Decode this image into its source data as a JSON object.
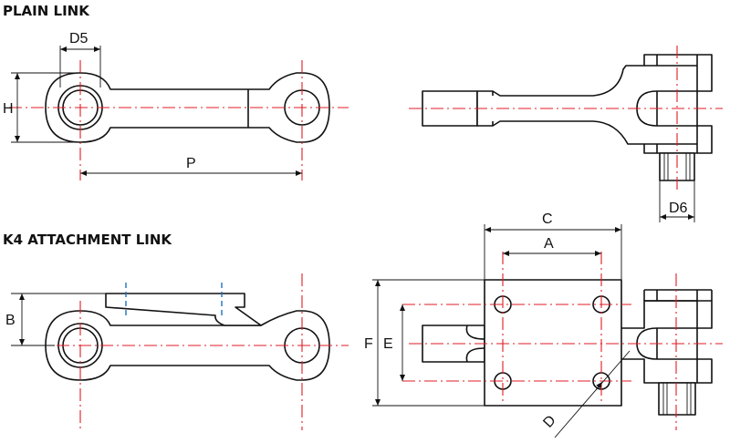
{
  "titles": {
    "plain_link": "PLAIN LINK",
    "k4_link": "K4 ATTACHMENT LINK"
  },
  "dimensions": {
    "d5": "D5",
    "h": "H",
    "p": "P",
    "d6": "D6",
    "b": "B",
    "c": "C",
    "a": "A",
    "f": "F",
    "e": "E",
    "d": "D"
  },
  "colors": {
    "outline": "#111111",
    "centerline": "#e01b24",
    "bend_line": "#1e73be"
  }
}
